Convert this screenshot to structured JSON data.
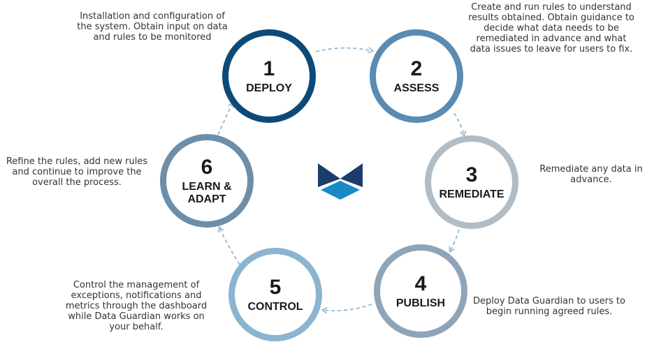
{
  "steps": [
    {
      "number": "1",
      "label": "DEPLOY",
      "color": "#0d4a78",
      "description": "Installation and configuration of the system. Obtain input on data and rules to be monitored"
    },
    {
      "number": "2",
      "label": "ASSESS",
      "color": "#5a8bb2",
      "description": "Create and run rules to understand results obtained. Obtain guidance to decide what data needs to be remediated in advance and what data issues to leave for users to fix."
    },
    {
      "number": "3",
      "label": "REMEDIATE",
      "color": "#b0bcc6",
      "description": "Remediate any data in advance."
    },
    {
      "number": "4",
      "label": "PUBLISH",
      "color": "#8ea4b8",
      "description": "Deploy Data Guardian to users to begin running agreed rules."
    },
    {
      "number": "5",
      "label": "CONTROL",
      "color": "#8bb4d0",
      "description": "Control the management of exceptions, notifications and metrics through the dashboard while Data Guardian works on your behalf."
    },
    {
      "number": "6",
      "label": "LEARN & ADAPT",
      "color": "#6c8ea8",
      "description": "Refine the rules, add new rules and continue to improve the overall the process."
    }
  ],
  "arrow_color": "#8fb6d3",
  "logo": {
    "icon": "data-guardian-logo-icon",
    "color_dark": "#1b3d6e",
    "color_light": "#1a8ac6"
  }
}
